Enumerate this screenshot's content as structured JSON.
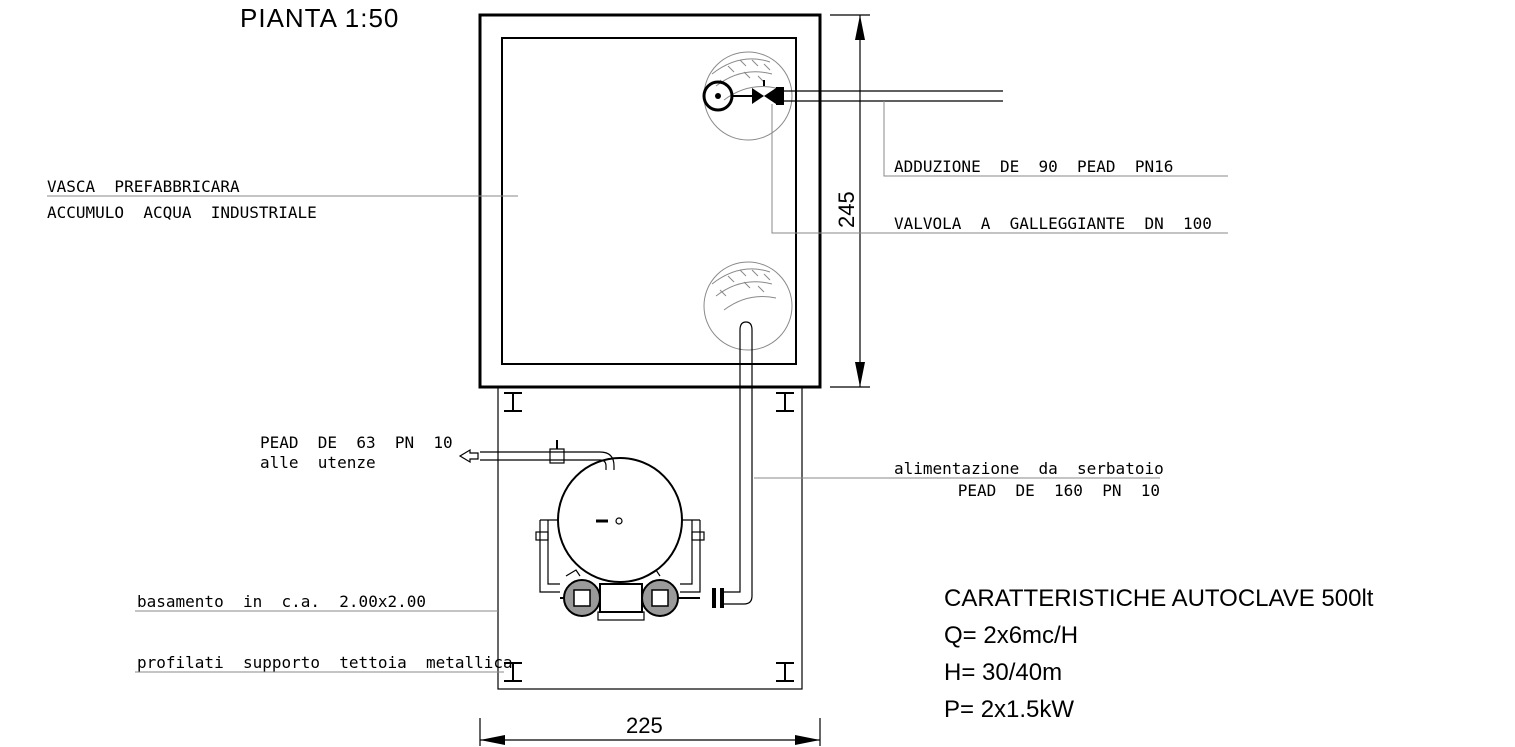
{
  "drawing": {
    "title": "PIANTA  1:50",
    "dim_width": "225",
    "dim_height": "245"
  },
  "labels": {
    "tank_line1": "VASCA  PREFABBRICARA",
    "tank_line2": "ACCUMULO  ACQUA  INDUSTRIALE",
    "adduzione": "ADDUZIONE  DE  90  PEAD  PN16",
    "valvola": "VALVOLA  A  GALLEGGIANTE  DN  100",
    "pead63_line1": "PEAD  DE  63  PN  10",
    "pead63_line2": "alle  utenze",
    "alimentazione_line1": "alimentazione  da  serbatoio",
    "alimentazione_line2": "PEAD  DE  160  PN  10",
    "basamento": "basamento  in  c.a.  2.00x2.00",
    "profilati": "profilati  supporto  tettoia  metallica"
  },
  "specs": {
    "heading": "CARATTERISTICHE AUTOCLAVE 500lt",
    "q": "Q= 2x6mc/H",
    "h": "H= 30/40m",
    "p": "P= 2x1.5kW"
  }
}
